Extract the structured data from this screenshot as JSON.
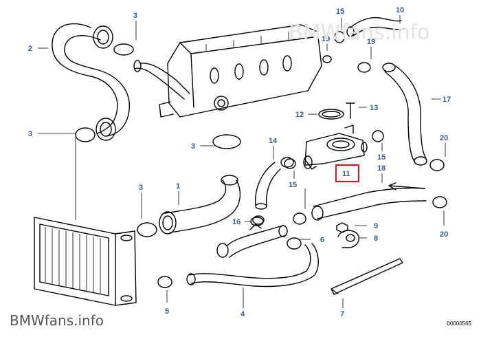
{
  "watermark_top": "BMWfans.info",
  "watermark_bottom": "BMWfans.info",
  "catalog_number": "00000565",
  "highlight_color": "#e0141e",
  "label_color": "#2f5e9a",
  "callouts": [
    {
      "id": "c3a",
      "text": "3"
    },
    {
      "id": "c2",
      "text": "2"
    },
    {
      "id": "c3b",
      "text": "3"
    },
    {
      "id": "c3c",
      "text": "3"
    },
    {
      "id": "c3d",
      "text": "3"
    },
    {
      "id": "c1",
      "text": "1"
    },
    {
      "id": "c5",
      "text": "5"
    },
    {
      "id": "c4",
      "text": "4"
    },
    {
      "id": "c16",
      "text": "16"
    },
    {
      "id": "c14",
      "text": "14"
    },
    {
      "id": "c15a",
      "text": "15"
    },
    {
      "id": "c15b",
      "text": "15"
    },
    {
      "id": "c15c",
      "text": "15"
    },
    {
      "id": "c10",
      "text": "10"
    },
    {
      "id": "c19a",
      "text": "19"
    },
    {
      "id": "c19b",
      "text": "19"
    },
    {
      "id": "c12",
      "text": "12"
    },
    {
      "id": "c13",
      "text": "13"
    },
    {
      "id": "c17",
      "text": "17"
    },
    {
      "id": "c20a",
      "text": "20"
    },
    {
      "id": "c20b",
      "text": "20"
    },
    {
      "id": "c11",
      "text": "11"
    },
    {
      "id": "c18",
      "text": "18"
    },
    {
      "id": "c9",
      "text": "9"
    },
    {
      "id": "c8",
      "text": "8"
    },
    {
      "id": "c6",
      "text": "6"
    },
    {
      "id": "c7",
      "text": "7"
    }
  ]
}
